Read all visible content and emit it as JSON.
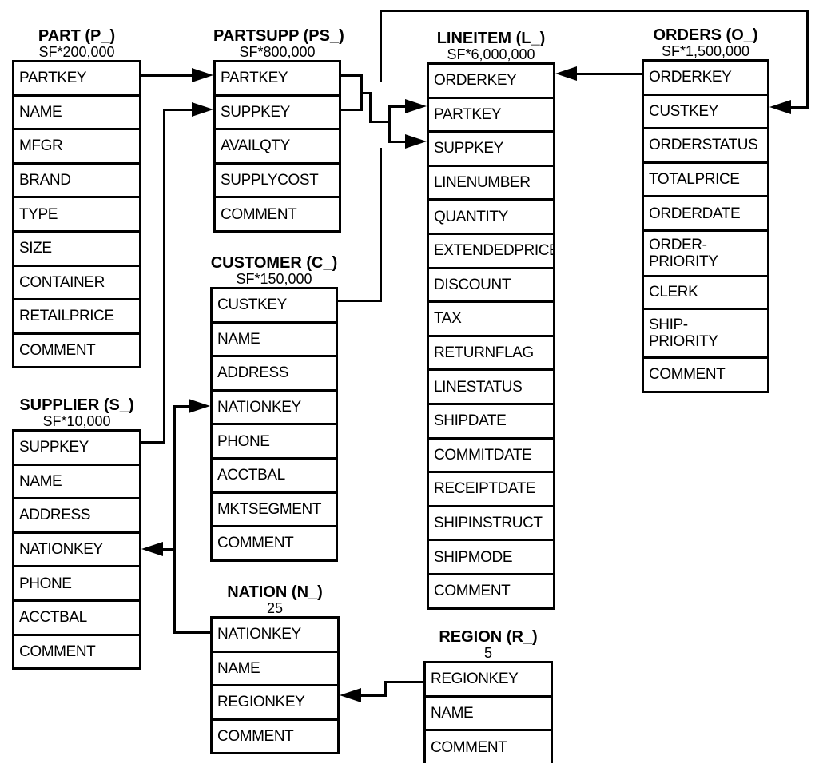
{
  "tables": {
    "part": {
      "title": "PART (P_)",
      "cardinality": "SF*200,000",
      "fields": [
        "PARTKEY",
        "NAME",
        "MFGR",
        "BRAND",
        "TYPE",
        "SIZE",
        "CONTAINER",
        "RETAILPRICE",
        "COMMENT"
      ]
    },
    "partsupp": {
      "title": "PARTSUPP (PS_)",
      "cardinality": "SF*800,000",
      "fields": [
        "PARTKEY",
        "SUPPKEY",
        "AVAILQTY",
        "SUPPLYCOST",
        "COMMENT"
      ]
    },
    "lineitem": {
      "title": "LINEITEM (L_)",
      "cardinality": "SF*6,000,000",
      "fields": [
        "ORDERKEY",
        "PARTKEY",
        "SUPPKEY",
        "LINENUMBER",
        "QUANTITY",
        "EXTENDEDPRICE",
        "DISCOUNT",
        "TAX",
        "RETURNFLAG",
        "LINESTATUS",
        "SHIPDATE",
        "COMMITDATE",
        "RECEIPTDATE",
        "SHIPINSTRUCT",
        "SHIPMODE",
        "COMMENT"
      ]
    },
    "orders": {
      "title": "ORDERS (O_)",
      "cardinality": "SF*1,500,000",
      "fields": [
        "ORDERKEY",
        "CUSTKEY",
        "ORDERSTATUS",
        "TOTALPRICE",
        "ORDERDATE",
        "ORDER-\nPRIORITY",
        "CLERK",
        "SHIP-\nPRIORITY",
        "COMMENT"
      ]
    },
    "customer": {
      "title": "CUSTOMER (C_)",
      "cardinality": "SF*150,000",
      "fields": [
        "CUSTKEY",
        "NAME",
        "ADDRESS",
        "NATIONKEY",
        "PHONE",
        "ACCTBAL",
        "MKTSEGMENT",
        "COMMENT"
      ]
    },
    "supplier": {
      "title": "SUPPLIER (S_)",
      "cardinality": "SF*10,000",
      "fields": [
        "SUPPKEY",
        "NAME",
        "ADDRESS",
        "NATIONKEY",
        "PHONE",
        "ACCTBAL",
        "COMMENT"
      ]
    },
    "nation": {
      "title": "NATION (N_)",
      "cardinality": "25",
      "fields": [
        "NATIONKEY",
        "NAME",
        "REGIONKEY",
        "COMMENT"
      ]
    },
    "region": {
      "title": "REGION (R_)",
      "cardinality": "5",
      "fields": [
        "REGIONKEY",
        "NAME",
        "COMMENT"
      ]
    }
  },
  "relationships": [
    {
      "from": "PART.PARTKEY",
      "to": "PARTSUPP.PARTKEY"
    },
    {
      "from": "SUPPLIER.SUPPKEY",
      "to": "PARTSUPP.SUPPKEY"
    },
    {
      "from": "PARTSUPP.PARTKEY",
      "to": "LINEITEM.PARTKEY"
    },
    {
      "from": "PARTSUPP.SUPPKEY",
      "to": "LINEITEM.SUPPKEY"
    },
    {
      "from": "ORDERS.ORDERKEY",
      "to": "LINEITEM.ORDERKEY"
    },
    {
      "from": "CUSTOMER.CUSTKEY",
      "to": "ORDERS.CUSTKEY"
    },
    {
      "from": "NATION.NATIONKEY",
      "to": "CUSTOMER.NATIONKEY"
    },
    {
      "from": "NATION.NATIONKEY",
      "to": "SUPPLIER.NATIONKEY"
    },
    {
      "from": "REGION.REGIONKEY",
      "to": "NATION.REGIONKEY"
    }
  ],
  "colors": {
    "line": "#000000",
    "text": "#000000",
    "background": "#ffffff"
  }
}
